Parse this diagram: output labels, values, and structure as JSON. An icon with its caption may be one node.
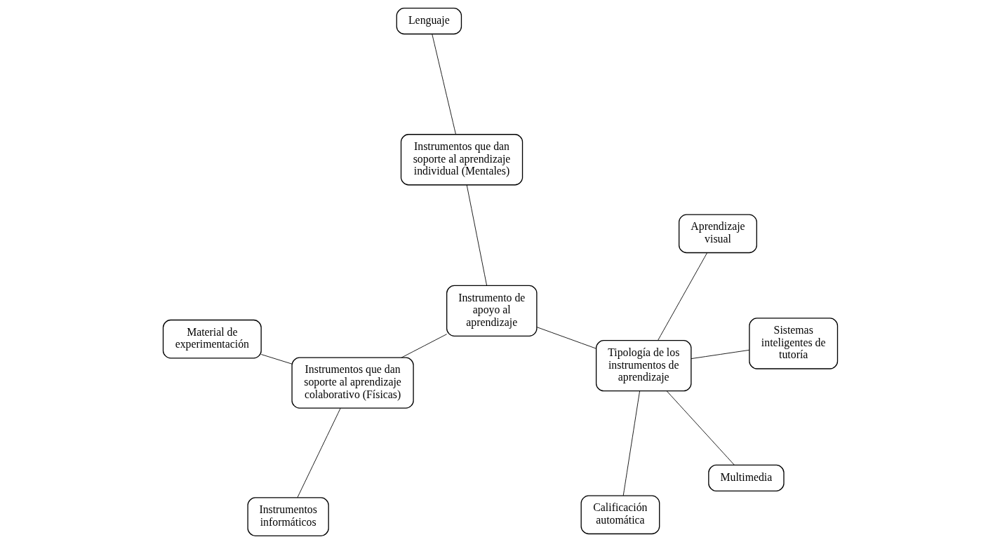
{
  "diagram": {
    "nodes": [
      {
        "text": [
          "Lenguaje"
        ]
      },
      {
        "text": [
          "Instrumentos que dan soporte al aprendizaje individual (Mentales)"
        ]
      },
      {
        "text": [
          "Instrumentos informáticos"
        ]
      },
      {
        "text": [
          "Aprendizaje visual"
        ]
      },
      {
        "text": [
          "Instrumento de apoyo al aprendizaje"
        ]
      },
      {
        "text": [
          "Instrumentos que dan soporte al aprendizaje colaborativo (Físicas)"
        ]
      },
      {
        "text": [
          "Tipología de los instrumentos de aprendizaje"
        ]
      },
      {
        "text": [
          "Sistemas inteligentes de tutoría"
        ]
      },
      {
        "text": [
          "Material de experimentación"
        ]
      },
      {
        "text": [
          "Multimedia"
        ]
      },
      {
        "text": [
          "Calificación automática"
        ]
      }
    ],
    "edges": [
      {
        "from": 0,
        "to": 1,
        "arrow": "none"
      },
      {
        "from": 1,
        "to": 4,
        "arrow": "none"
      },
      {
        "from": 5,
        "to": 4,
        "arrow": "none"
      },
      {
        "from": 4,
        "to": 6,
        "arrow": "none"
      },
      {
        "from": 2,
        "to": 5,
        "arrow": "none"
      },
      {
        "from": 5,
        "to": 8,
        "arrow": "none"
      },
      {
        "from": 6,
        "to": 3,
        "arrow": "none"
      },
      {
        "from": 6,
        "to": 7,
        "arrow": "none"
      },
      {
        "from": 6,
        "to": 9,
        "arrow": "none"
      },
      {
        "from": 6,
        "to": 10,
        "arrow": "none"
      }
    ]
  }
}
